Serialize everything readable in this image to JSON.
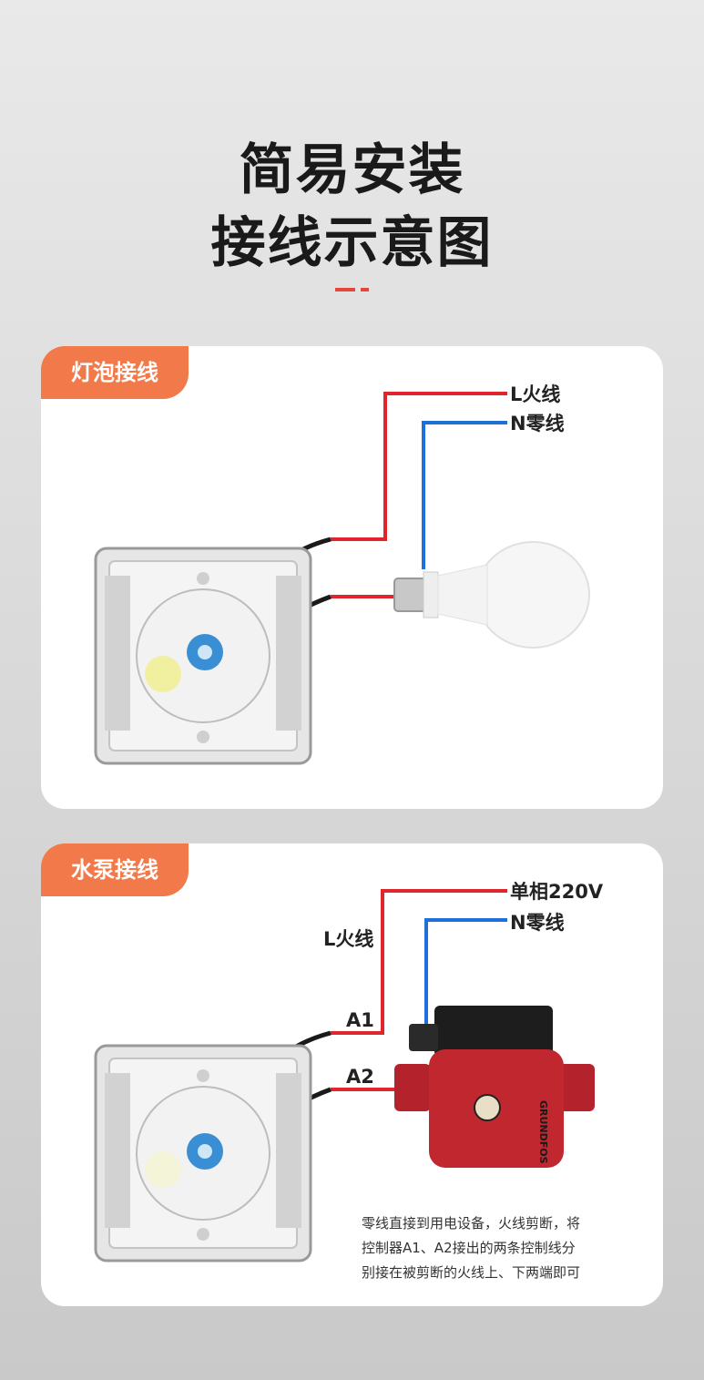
{
  "header": {
    "title_line1": "简易安装",
    "title_line2": "接线示意图",
    "accent_color": "#e3473b"
  },
  "bulb_section": {
    "tag": "灯泡接线",
    "live_label": "L火线",
    "neutral_label": "N零线",
    "live_wire_color": "#e0262b",
    "neutral_wire_color": "#1e6fd9"
  },
  "pump_section": {
    "tag": "水泵接线",
    "supply_label": "单相220V",
    "neutral_label": "N零线",
    "live_label": "L火线",
    "terminal_a1": "A1",
    "terminal_a2": "A2",
    "pump_brand": "GRUNDFOS",
    "note_lines": [
      "零线直接到用电设备，火线剪断，将",
      "控制器A1、A2接出的两条控制线分",
      "别接在被剪断的火线上、下两端即可"
    ]
  }
}
